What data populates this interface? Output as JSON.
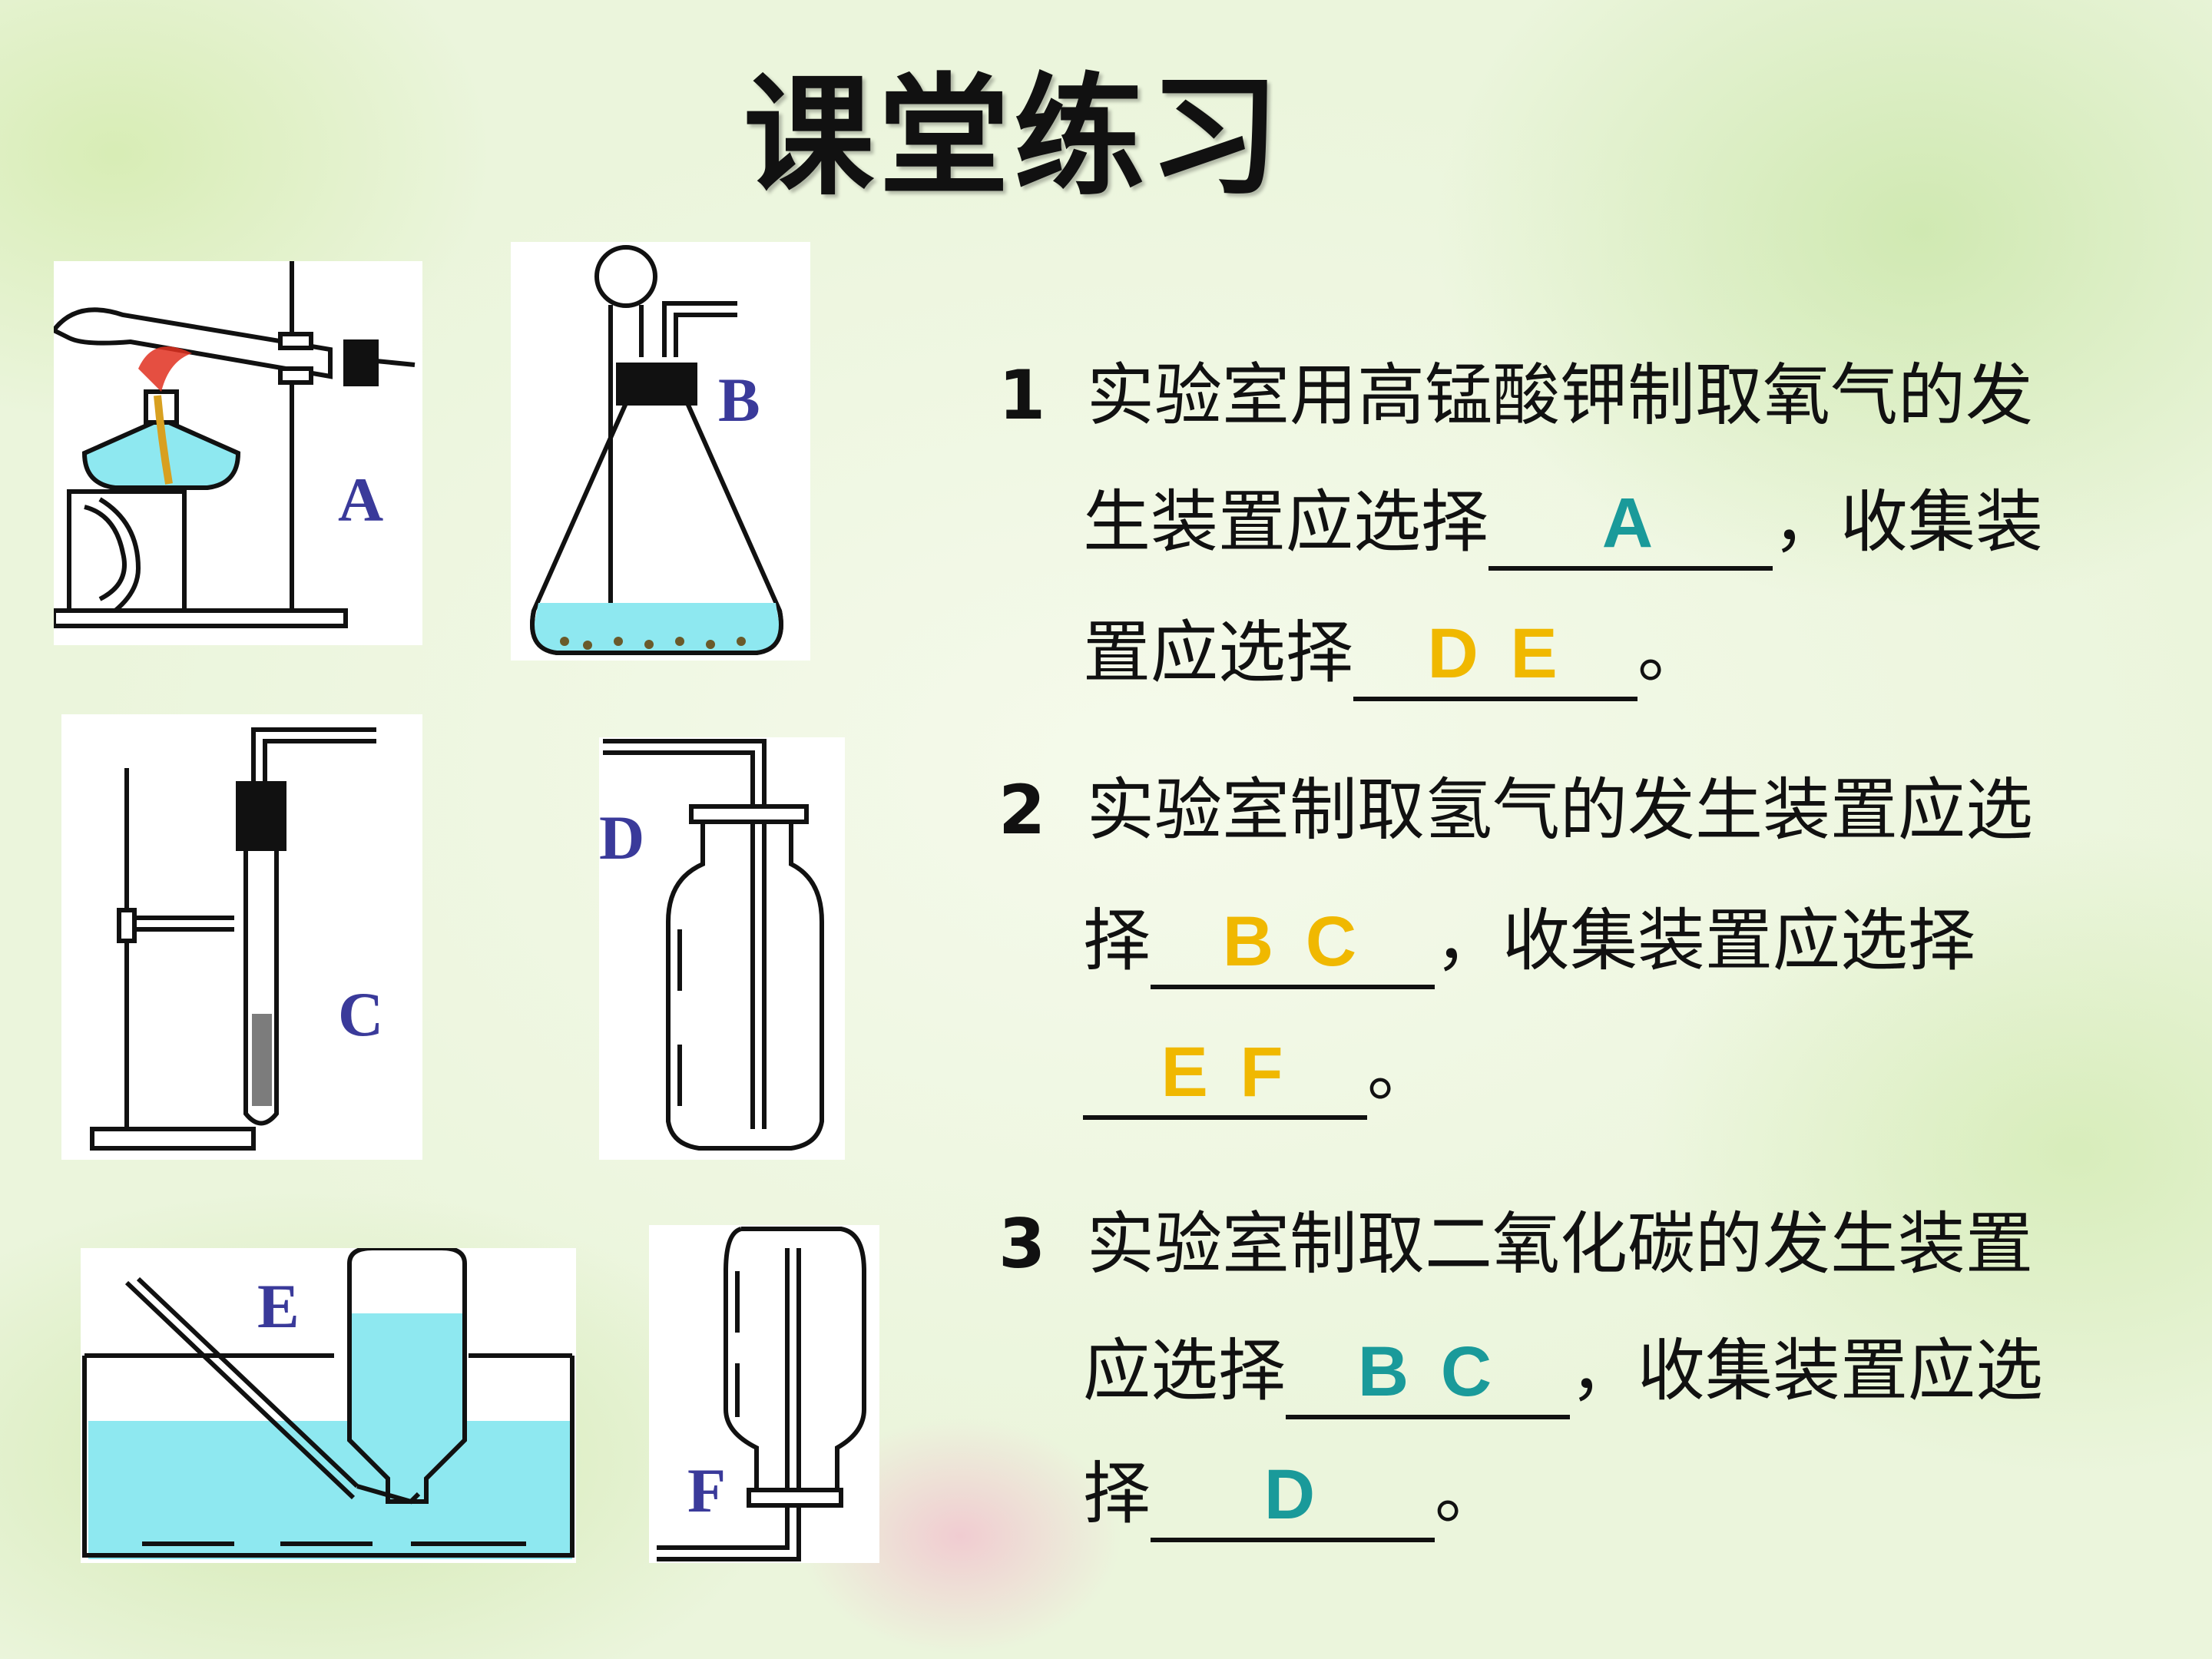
{
  "title": "课堂练习",
  "apparatus": {
    "A": "A",
    "B": "B",
    "C": "C",
    "D": "D",
    "E": "E",
    "F": "F"
  },
  "questions": [
    {
      "num": "1",
      "l1": "实验室用高锰酸钾制取氧气的发",
      "l2_pre": "生装置应选择",
      "ans1": "A",
      "l2_post": "，收集装",
      "l3_pre": "置应选择",
      "ans2": "D E",
      "l3_post": "。"
    },
    {
      "num": "2",
      "l1": "实验室制取氢气的发生装置应选",
      "l2_pre": "择",
      "ans1": "B C",
      "l2_post": "，收集装置应选择",
      "l3_pre": "",
      "ans2": "E F",
      "l3_post": "。"
    },
    {
      "num": "3",
      "l1": "实验室制取二氧化碳的发生装置",
      "l2_pre": "应选择",
      "ans1": "B C",
      "l2_post": "，收集装置应选",
      "l3_pre": "择",
      "ans2": "D",
      "l3_post": "。"
    }
  ],
  "colors": {
    "answer_teal": "#1a9a9a",
    "answer_gold": "#f0b800",
    "label_blue": "#3a3a9a",
    "water": "#8ee8f0"
  }
}
